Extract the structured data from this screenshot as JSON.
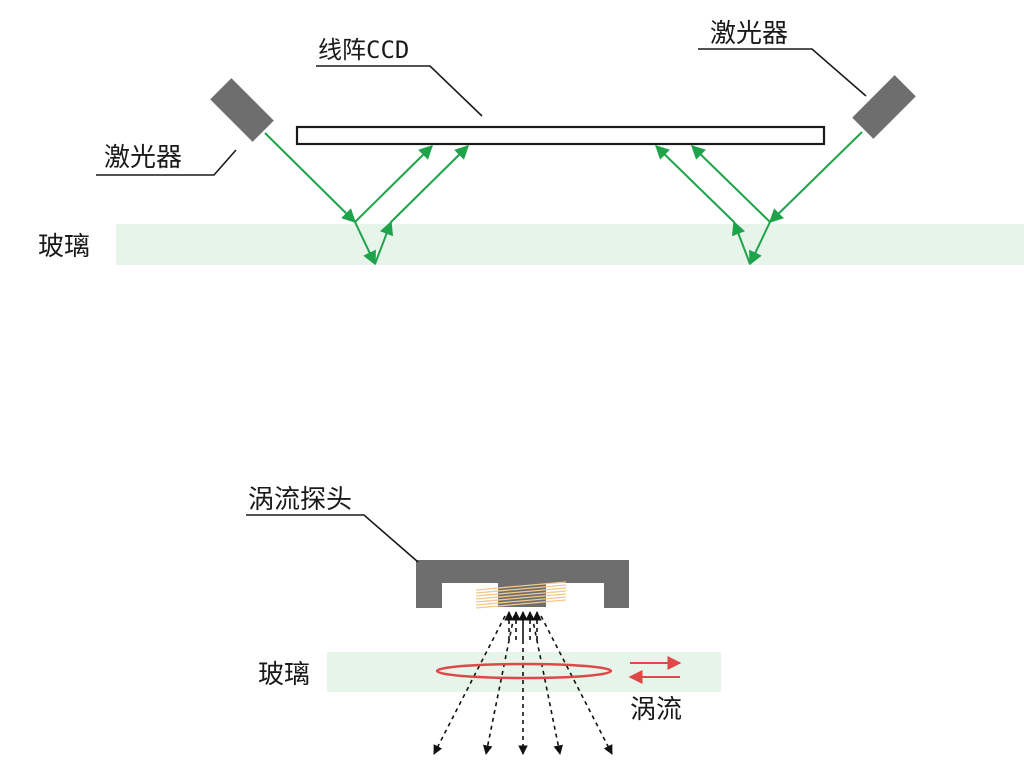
{
  "labels": {
    "ccd": "线阵CCD",
    "laser_left": "激光器",
    "laser_right": "激光器",
    "glass_top": "玻璃",
    "probe": "涡流探头",
    "glass_bottom": "玻璃",
    "eddy_current": "涡流"
  },
  "colors": {
    "laser_body": "#6e6e6e",
    "beam": "#1fa34a",
    "glass": "#e6f4ea",
    "probe_body": "#6e6e6e",
    "coil": "#f2c98a",
    "eddy_ring": "#e04848",
    "eddy_arrows": "#e04848",
    "ccd_stroke": "#1a1a1a"
  },
  "icons": {
    "laser": "laser-emitter-icon",
    "probe": "eddy-current-probe-icon",
    "coil": "coil-winding-icon"
  }
}
